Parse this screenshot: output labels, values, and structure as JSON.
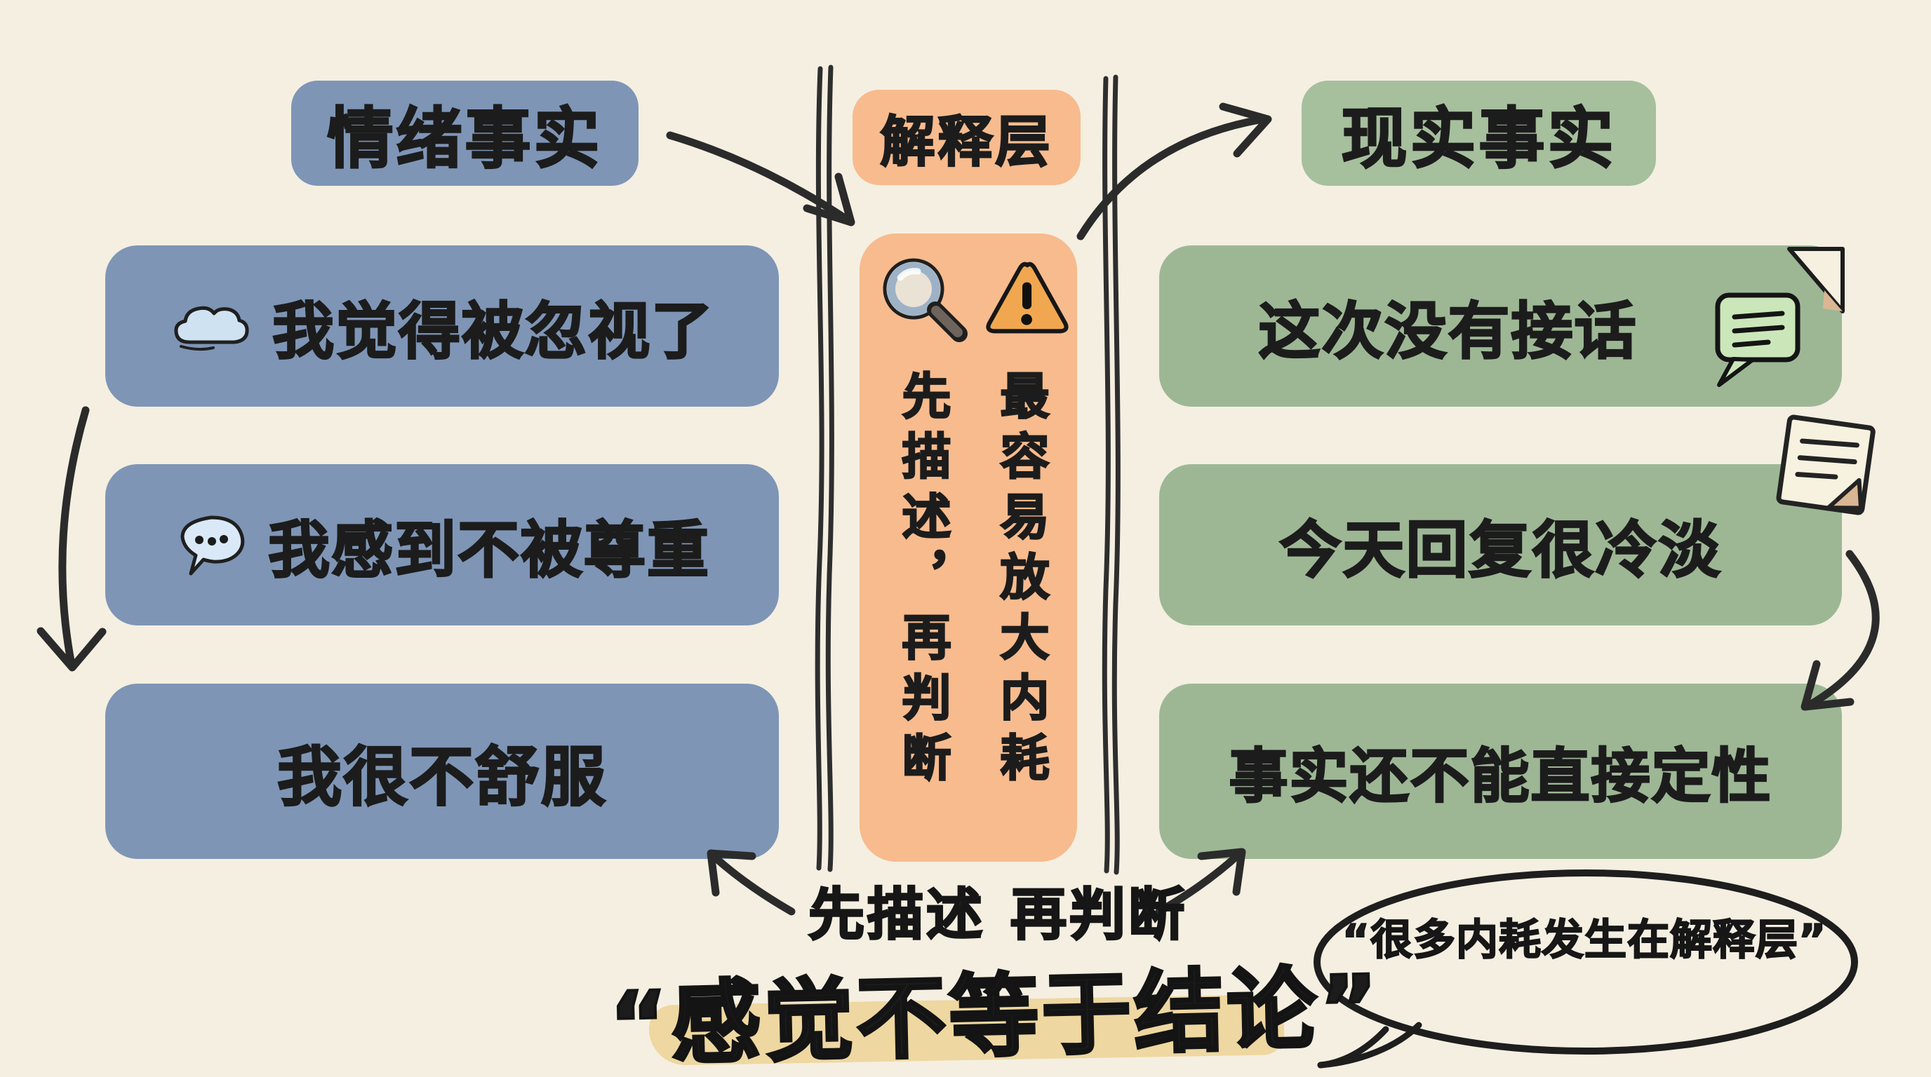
{
  "palette": {
    "background": "#f4efe1",
    "blue": "#7e95b6",
    "green": "#9db795",
    "green_header": "#a6bf9d",
    "orange": "#f7bb8e",
    "ink": "#2b2b2b",
    "highlight": "#eed7a0",
    "cloud_fill": "#cfe2f2",
    "chat_fill": "#d9e9f7",
    "green_chat_fill": "#cbe7ba",
    "warning_fill": "#f1a74f",
    "note_fill": "#f7f1df"
  },
  "left_column": {
    "header": "情绪事实",
    "items": [
      {
        "text": "我觉得被忽视了",
        "icon": "cloud-icon"
      },
      {
        "text": "我感到不被尊重",
        "icon": "chat-dots-icon"
      },
      {
        "text": "我很不舒服",
        "icon": "none"
      }
    ]
  },
  "middle_column": {
    "header": "解释层",
    "warning_note": "最容易放大内耗",
    "advice_note": "先描述，再判断"
  },
  "right_column": {
    "header": "现实事实",
    "items": [
      {
        "text": "这次没有接话"
      },
      {
        "text": "今天回复很冷淡"
      },
      {
        "text": "事实还不能直接定性"
      }
    ]
  },
  "bottom": {
    "step_first": "先描述",
    "step_second": "再判断",
    "conclusion_quote": "“感觉不等于结论”",
    "bubble_note": "“很多内耗发生在解释层”"
  }
}
